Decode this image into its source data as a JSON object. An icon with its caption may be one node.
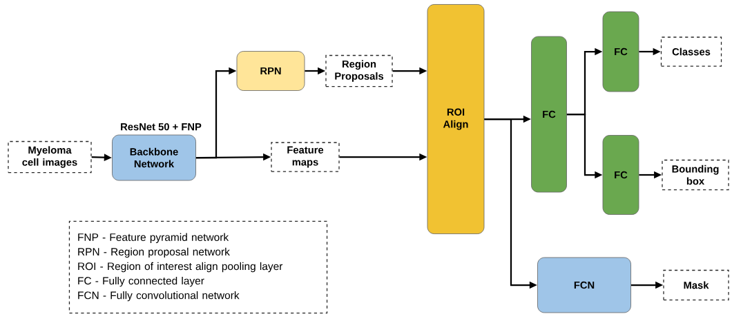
{
  "diagram": {
    "nodes": [
      {
        "text": [
          "Myeloma cell images"
        ]
      },
      {
        "text": [
          "ResNet 50 + FNP",
          "Backbone Network"
        ]
      },
      {
        "text": [
          "RPN"
        ]
      },
      {
        "text": [
          "Region Proposals"
        ]
      },
      {
        "text": [
          "Feature maps"
        ]
      },
      {
        "text": [
          "ROI Align"
        ]
      },
      {
        "text": [
          "FC"
        ]
      },
      {
        "text": [
          "FC"
        ]
      },
      {
        "text": [
          "FC"
        ]
      },
      {
        "text": [
          "Classes"
        ]
      },
      {
        "text": [
          "Bounding box"
        ]
      },
      {
        "text": [
          "FCN"
        ]
      },
      {
        "text": [
          "Mask"
        ]
      },
      {
        "text": [
          "FNP - Feature pyramid network",
          "RPN - Region proposal network",
          "ROI - Region of interest align pooling layer",
          "FC - Fully connected layer",
          "FCN - Fully convolutional network"
        ]
      }
    ],
    "edges": [
      {
        "from": 0,
        "to": 1,
        "arrow": "to"
      },
      {
        "from": 1,
        "to": 2,
        "arrow": "to"
      },
      {
        "from": 1,
        "to": 4,
        "arrow": "to"
      },
      {
        "from": 2,
        "to": 3,
        "arrow": "to"
      },
      {
        "from": 3,
        "to": 5,
        "arrow": "to"
      },
      {
        "from": 4,
        "to": 5,
        "arrow": "to"
      },
      {
        "from": 5,
        "to": 6,
        "arrow": "to"
      },
      {
        "from": 5,
        "to": 11,
        "arrow": "to"
      },
      {
        "from": 6,
        "to": 7,
        "arrow": "to"
      },
      {
        "from": 6,
        "to": 8,
        "arrow": "to"
      },
      {
        "from": 7,
        "to": 9,
        "arrow": "to"
      },
      {
        "from": 8,
        "to": 10,
        "arrow": "to"
      },
      {
        "from": 11,
        "to": 12,
        "arrow": "to"
      }
    ]
  }
}
